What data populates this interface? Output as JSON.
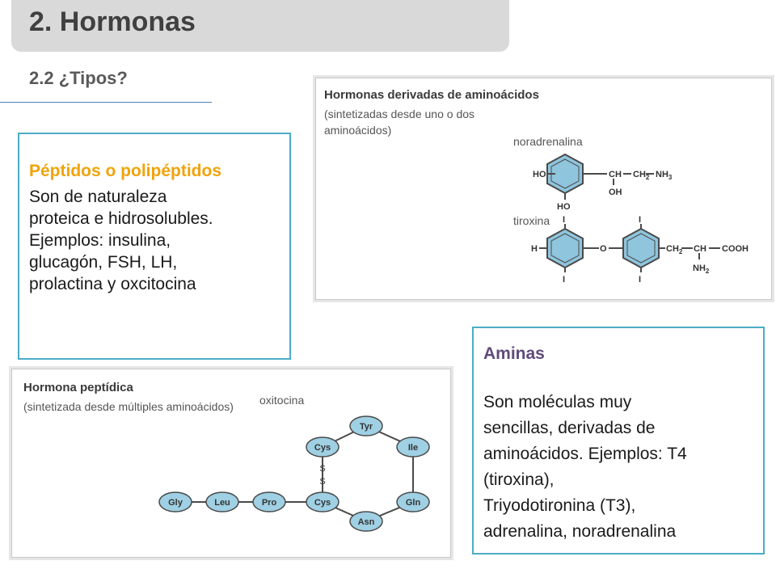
{
  "header": {
    "title": "2. Hormonas",
    "subtitle": "2.2 ¿Tipos?"
  },
  "peptidos": {
    "heading": "Péptidos o polipéptidos",
    "lines": [
      "Son de naturaleza",
      "proteica e hidrosolubles.",
      "Ejemplos: insulina,",
      "glucagón, FSH, LH,",
      "prolactina y oxcitocina"
    ]
  },
  "aminas": {
    "heading": "Aminas",
    "lines": [
      "Son moléculas muy",
      "sencillas, derivadas de",
      "aminoácidos. Ejemplos: T4",
      "(tiroxina),",
      "Triyodotironina (T3),",
      "adrenalina, noradrenalina"
    ]
  },
  "fig_amino": {
    "title": "Hormonas derivadas de aminoácidos",
    "subtitle_1": "(sintetizadas desde uno o dos",
    "subtitle_2": "aminoácidos)",
    "noradrenalina": "noradrenalina",
    "tiroxina": "tiroxina",
    "labels": {
      "ho": "HO",
      "ch": "CH",
      "ch2": "CH",
      "nh3": "NH",
      "oh": "OH",
      "h": "H",
      "o": "O",
      "i": "I",
      "cooh": "COOH",
      "nh2": "NH",
      "sub2": "2",
      "sub3": "3"
    }
  },
  "fig_pept": {
    "title": "Hormona peptídica",
    "subtitle": "(sintetizada desde múltiples aminoácidos)",
    "oxitocina": "oxitocina",
    "residues": {
      "gly": "Gly",
      "leu": "Leu",
      "pro": "Pro",
      "cys1": "Cys",
      "cys2": "Cys",
      "tyr": "Tyr",
      "ile": "Ile",
      "gln": "Gln",
      "asn": "Asn"
    },
    "s": "S"
  },
  "colors": {
    "ring_fill": "#8fc5dd",
    "ring_stroke": "#4a4a4a",
    "bead_fill": "#9fd0e4",
    "box_border": "#4bacc6"
  }
}
